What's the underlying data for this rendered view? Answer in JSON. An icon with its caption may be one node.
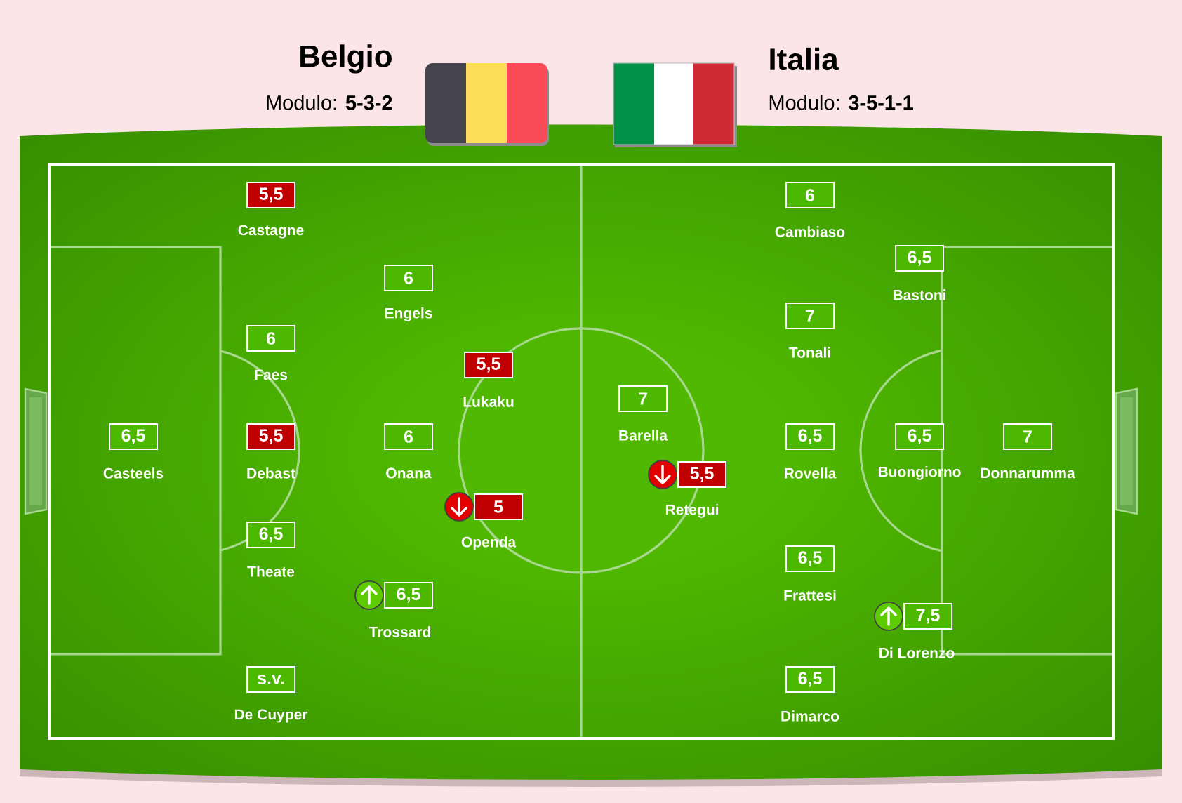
{
  "diagram": {
    "nodes": [
      {
        "text": [
          "6,5"
        ],
        "beside": [
          "Casteels"
        ]
      },
      {
        "text": [
          "5,5"
        ],
        "beside": [
          "Castagne"
        ]
      },
      {
        "text": [
          "6"
        ],
        "beside": [
          "Faes"
        ]
      },
      {
        "text": [
          "5,5"
        ],
        "beside": [
          "Debast"
        ]
      },
      {
        "text": [
          "6,5"
        ],
        "beside": [
          "Theate"
        ]
      },
      {
        "text": [
          "s.v."
        ],
        "beside": [
          "De Cuyper"
        ]
      },
      {
        "text": [
          "6"
        ],
        "beside": [
          "Engels"
        ]
      },
      {
        "text": [
          "6"
        ],
        "beside": [
          "Onana"
        ]
      },
      {
        "text": [
          "6,5"
        ],
        "beside": [
          "Trossard"
        ]
      },
      {
        "text": [
          "5,5"
        ],
        "beside": [
          "Lukaku"
        ]
      },
      {
        "text": [
          "5"
        ],
        "beside": [
          "Openda"
        ]
      },
      {
        "text": [
          "7"
        ],
        "beside": [
          "Barella"
        ]
      },
      {
        "text": [
          "5,5"
        ],
        "beside": [
          "Retegui"
        ]
      },
      {
        "text": [
          "6"
        ],
        "beside": [
          "Cambiaso"
        ]
      },
      {
        "text": [
          "7"
        ],
        "beside": [
          "Tonali"
        ]
      },
      {
        "text": [
          "6,5"
        ],
        "beside": [
          "Rovella"
        ]
      },
      {
        "text": [
          "6,5"
        ],
        "beside": [
          "Frattesi"
        ]
      },
      {
        "text": [
          "6,5"
        ],
        "beside": [
          "Dimarco"
        ]
      },
      {
        "text": [
          "6,5"
        ],
        "beside": [
          "Bastoni"
        ]
      },
      {
        "text": [
          "6,5"
        ],
        "beside": [
          "Buongiorno"
        ]
      },
      {
        "text": [
          "7,5"
        ],
        "beside": [
          "Di Lorenzo"
        ]
      },
      {
        "text": [
          "7"
        ],
        "beside": [
          "Donnarumma"
        ]
      }
    ],
    "labels": [
      "Belgio",
      "Modulo: **5-3-2**",
      "Italia",
      "Modulo: **3-5-1-1**"
    ]
  }
}
